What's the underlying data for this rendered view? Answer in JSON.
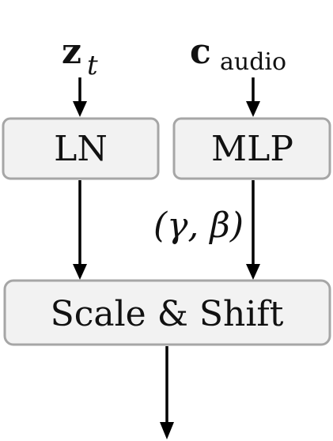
{
  "inputs": {
    "z": {
      "symbol": "z",
      "subscript": "t"
    },
    "c": {
      "symbol": "c",
      "subscript": "audio"
    }
  },
  "boxes": {
    "ln": "LN",
    "mlp": "MLP",
    "scale_shift": "Scale & Shift"
  },
  "edge_labels": {
    "gamma_beta": "(γ, β)"
  },
  "colors": {
    "box_fill": "#f2f2f2",
    "box_border": "#a6a6a6",
    "arrow": "#000000"
  }
}
